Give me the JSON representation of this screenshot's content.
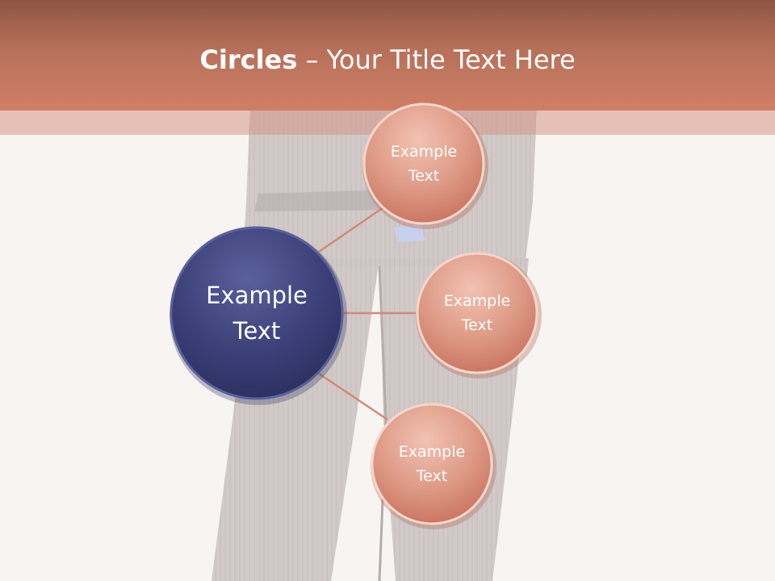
{
  "slide": {
    "title_bold": "Circles",
    "title_rest": " – Your Title Text Here"
  },
  "diagram": {
    "center": {
      "label": "Example\nText",
      "color": "#3a3f77"
    },
    "satellites": [
      {
        "label": "Example\nText",
        "color": "#d98d7c"
      },
      {
        "label": "Example\nText",
        "color": "#d98d7c"
      },
      {
        "label": "Example\nText",
        "color": "#d98d7c"
      }
    ],
    "connector_color": "#d28a78"
  },
  "colors": {
    "header": "#c4745e",
    "background": "#f8f4f1"
  }
}
